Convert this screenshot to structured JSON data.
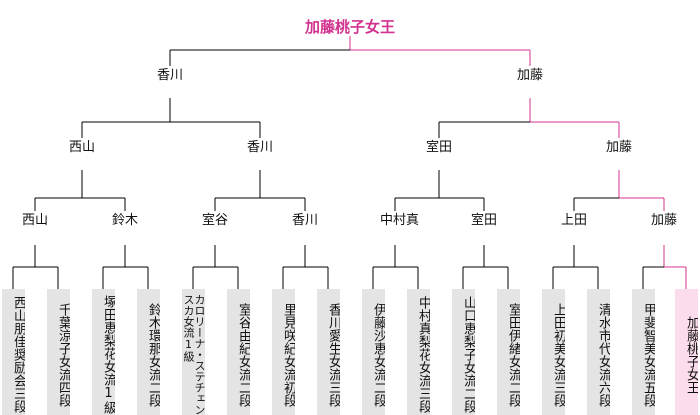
{
  "champion": "加藤桃子女王",
  "final": {
    "left": "香川",
    "right": "加藤"
  },
  "semifinal": [
    "西山",
    "香川",
    "室田",
    "加藤"
  ],
  "quarterfinal": [
    "西山",
    "鈴木",
    "室谷",
    "香川",
    "中村真",
    "室田",
    "上田",
    "加藤"
  ],
  "players": [
    "西山朋佳奨励会三段",
    "千葉涼子女流四段",
    "塚田恵梨花女流1級",
    "鈴木環那女流二段",
    "カロリーナ・ステチェンスカ女流1級",
    "室谷由紀女流二段",
    "里見咲紀女流初段",
    "香川愛生女流三段",
    "伊藤沙恵女流二段",
    "中村真梨花女流三段",
    "山口恵梨子女流二段",
    "室田伊緒女流二段",
    "上田初美女流三段",
    "清水市代女流六段",
    "甲斐智美女流五段",
    "加藤桃子女王"
  ],
  "colors": {
    "line": "#000000",
    "winner_line": "#d2338f",
    "box": "#e4e4e4",
    "winner_box": "#fbdcec"
  }
}
